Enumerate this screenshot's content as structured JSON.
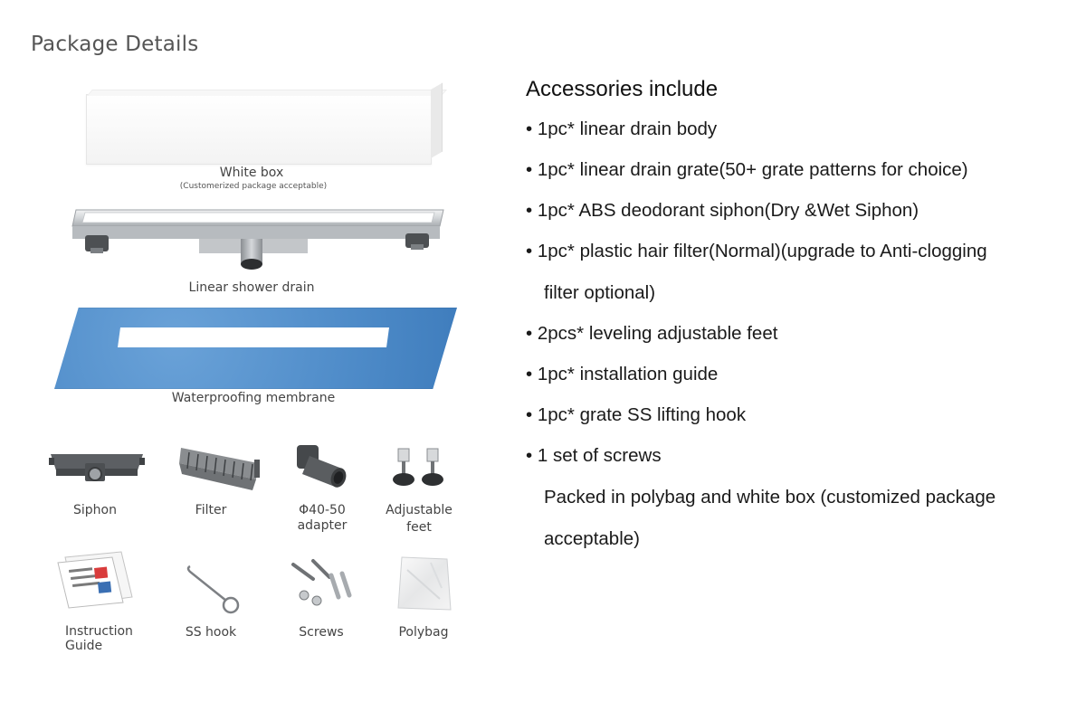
{
  "page_title": "Package Details",
  "main_items": [
    {
      "label": "White box",
      "sublabel": "(Customerized package acceptable)"
    },
    {
      "label": "Linear shower drain"
    },
    {
      "label": "Waterproofing membrane"
    }
  ],
  "small_items": [
    {
      "label": "Siphon"
    },
    {
      "label": "Filter"
    },
    {
      "label_line1": "Φ40-50",
      "label_line2": "adapter"
    },
    {
      "label_line1": "Adjustable",
      "label_line2": "feet"
    },
    {
      "label_line1": "Instruction",
      "label_line2": "Guide"
    },
    {
      "label": "SS hook"
    },
    {
      "label": "Screws"
    },
    {
      "label": "Polybag"
    }
  ],
  "accessories": {
    "title": "Accessories include",
    "lines": [
      "• 1pc* linear drain body",
      "• 1pc* linear drain grate(50+ grate patterns for choice)",
      "• 1pc* ABS deodorant siphon(Dry &Wet Siphon)",
      "• 1pc* plastic hair filter(Normal)(upgrade to Anti-clogging",
      "filter optional)",
      "• 2pcs* leveling adjustable feet",
      "• 1pc* installation guide",
      "• 1pc* grate SS lifting hook",
      "• 1 set of screws",
      "Packed in polybag and white box (customized package",
      "acceptable)"
    ]
  },
  "colors": {
    "membrane_blue": "#4f8cc9",
    "steel": "#c9ccd0",
    "dark_plastic": "#5a5d60"
  }
}
